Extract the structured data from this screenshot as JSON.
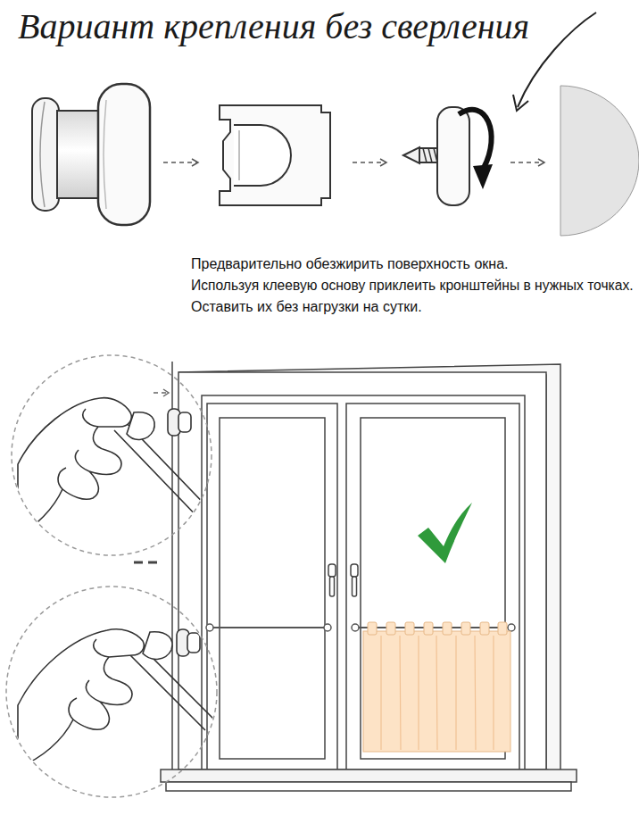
{
  "diagram": {
    "title": "Вариант крепления без сверления",
    "labels": [
      "Предварительно обезжирить поверхность окна.",
      "Используя клеевую основу приклеить кронштейны в нужных точках.",
      "Оставить их без нагрузки на сутки."
    ]
  }
}
